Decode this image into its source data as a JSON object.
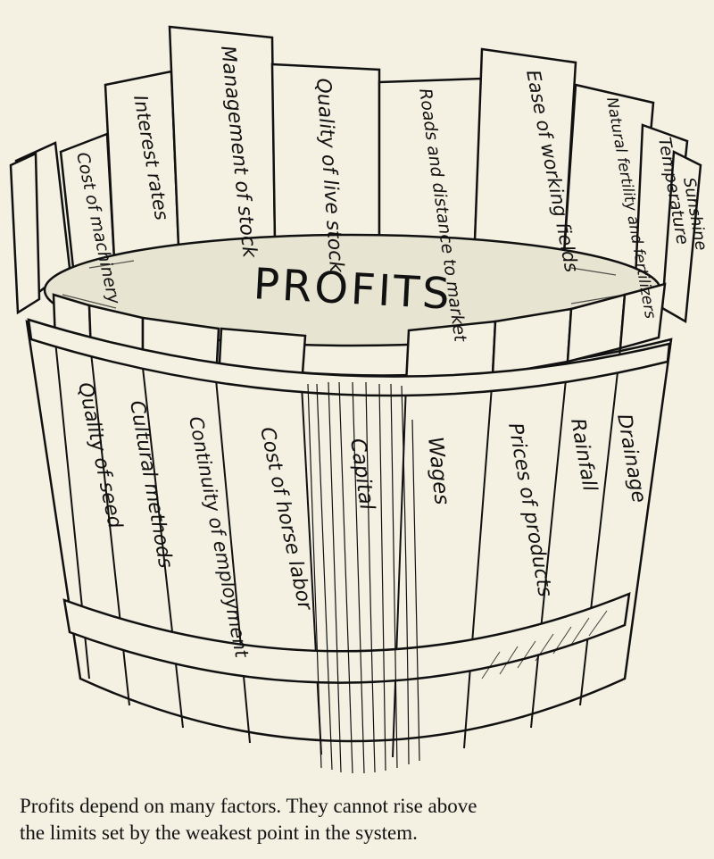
{
  "profits_label": "PROFITS",
  "back_staves": [
    "Cost of machinery",
    "Interest rates",
    "Management of stock",
    "Quality of live stock",
    "Roads and distance to market",
    "Ease of working fields",
    "Natural fertility and fertilizers",
    "Temperature",
    "Sunshine"
  ],
  "front_staves": [
    "Quality of seed",
    "Cultural methods",
    "Continuity of employment",
    "Cost of horse labor",
    "Capital",
    "Wages",
    "Prices of products",
    "Rainfall",
    "Drainage"
  ],
  "caption": {
    "line1": "Profits depend on many factors.  They cannot rise above",
    "line2": "the limits set by the weakest point in the system."
  }
}
